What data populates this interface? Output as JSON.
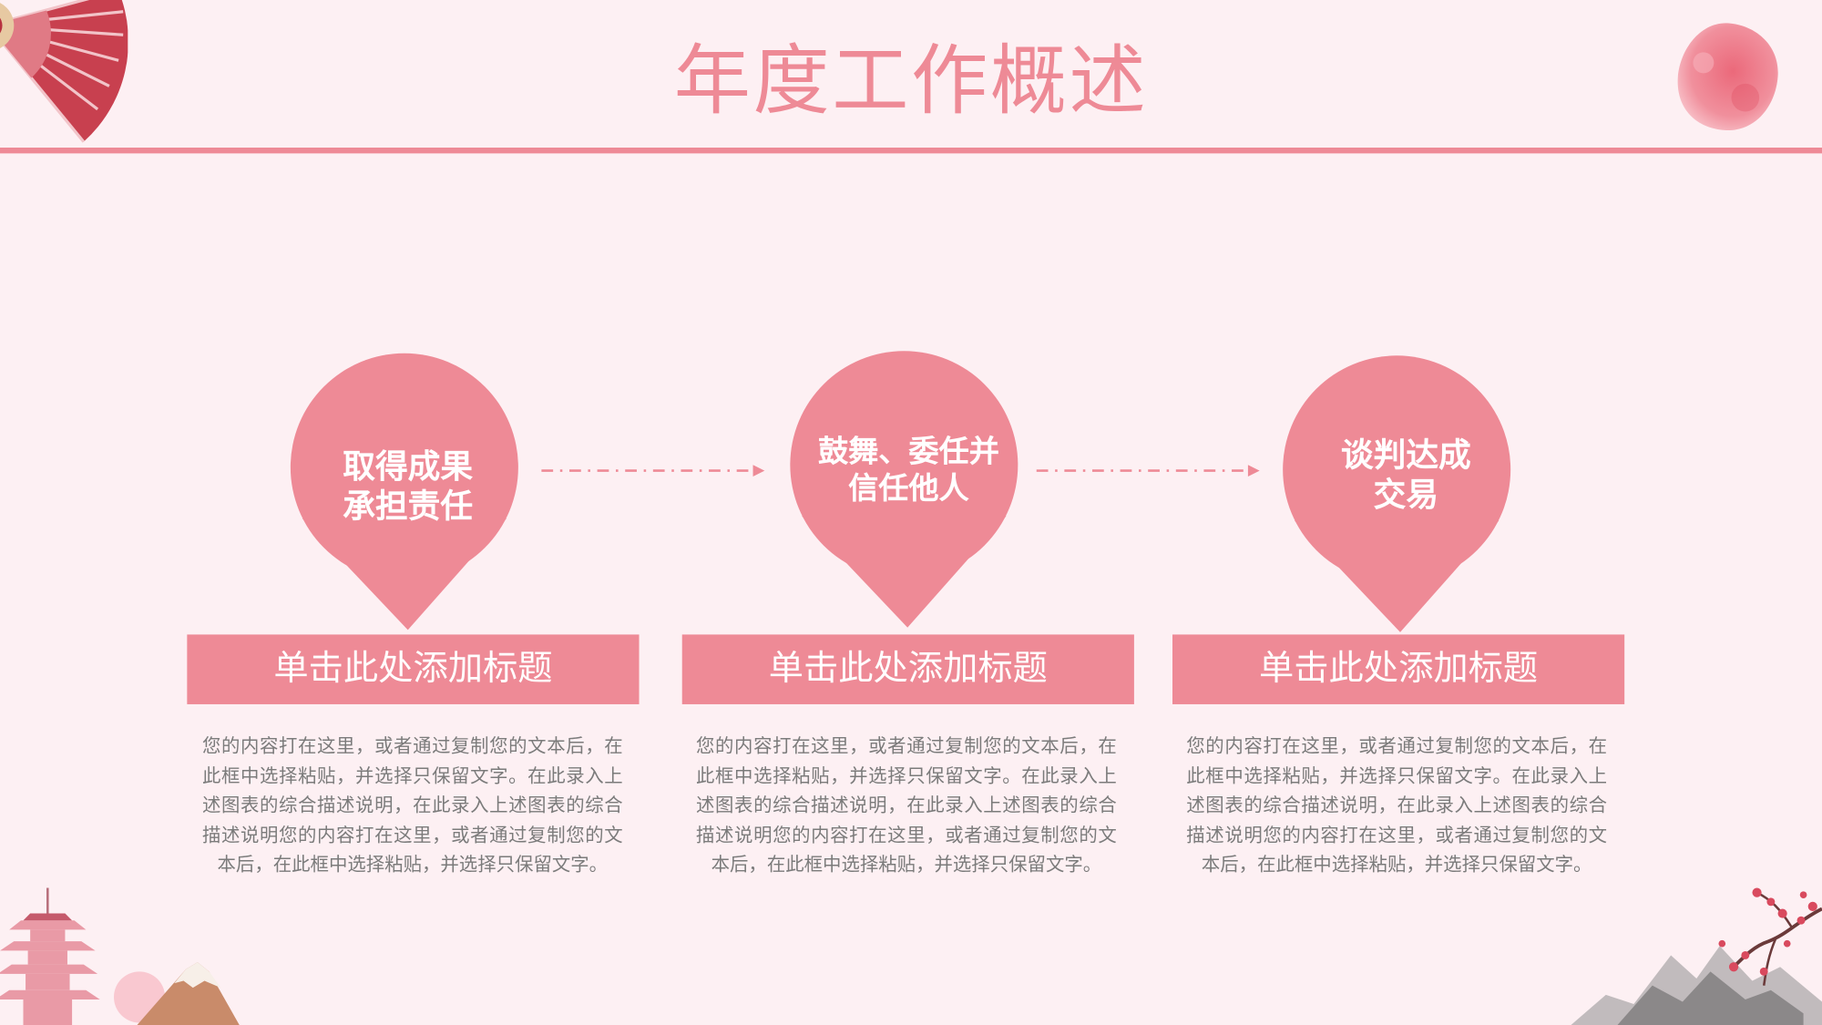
{
  "slide": {
    "title": "年度工作概述",
    "accent_color": "#ee8a96",
    "background_color": "#fdf0f3"
  },
  "steps": [
    {
      "pin_line1": "取得成果",
      "pin_line2": "承担责任",
      "heading": "单击此处添加标题",
      "description": "您的内容打在这里，或者通过复制您的文本后，在此框中选择粘贴，并选择只保留文字。在此录入上述图表的综合描述说明，在此录入上述图表的综合描述说明您的内容打在这里，或者通过复制您的文本后，在此框中选择粘贴，并选择只保留文字。"
    },
    {
      "pin_line1": "鼓舞、委任并",
      "pin_line2": "信任他人",
      "heading": "单击此处添加标题",
      "description": "您的内容打在这里，或者通过复制您的文本后，在此框中选择粘贴，并选择只保留文字。在此录入上述图表的综合描述说明，在此录入上述图表的综合描述说明您的内容打在这里，或者通过复制您的文本后，在此框中选择粘贴，并选择只保留文字。"
    },
    {
      "pin_line1": "谈判达成",
      "pin_line2": "交易",
      "heading": "单击此处添加标题",
      "description": "您的内容打在这里，或者通过复制您的文本后，在此框中选择粘贴，并选择只保留文字。在此录入上述图表的综合描述说明，在此录入上述图表的综合描述说明您的内容打在这里，或者通过复制您的文本后，在此框中选择粘贴，并选择只保留文字。"
    }
  ],
  "decorations": {
    "top_left": "paper-fan-icon",
    "top_right": "watercolor-blot-icon",
    "bottom_left": "pagoda-and-mountain-icon",
    "bottom_right": "plum-blossom-mountain-icon"
  }
}
